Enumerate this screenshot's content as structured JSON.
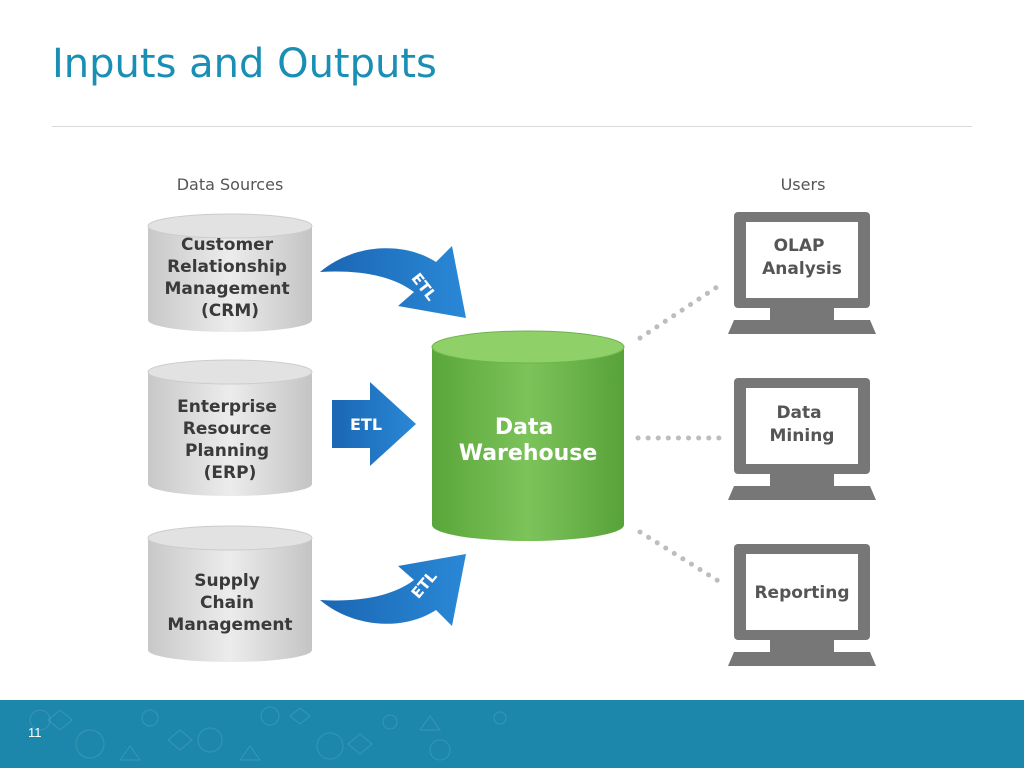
{
  "slide": {
    "title": "Inputs and Outputs",
    "page_number": "11"
  },
  "diagram": {
    "sources_heading": "Data Sources",
    "users_heading": "Users",
    "sources": [
      {
        "lines": [
          "Customer",
          "Relationship",
          "Management",
          "(CRM)"
        ]
      },
      {
        "lines": [
          "Enterprise",
          "Resource",
          "Planning",
          "(ERP)"
        ]
      },
      {
        "lines": [
          "Supply",
          "Chain",
          "Management"
        ]
      }
    ],
    "etl_label": "ETL",
    "warehouse": {
      "lines": [
        "Data",
        "Warehouse"
      ]
    },
    "users": [
      {
        "lines": [
          "OLAP",
          "Analysis"
        ]
      },
      {
        "lines": [
          "Data",
          "Mining"
        ]
      },
      {
        "lines": [
          "Reporting"
        ]
      }
    ]
  },
  "colors": {
    "title": "#1a8fb5",
    "arrow": "#1d6fc0",
    "warehouse": "#6cb548",
    "cylinder_gray": "#d4d4d4",
    "monitor": "#777777",
    "footer": "#1d87ab"
  }
}
